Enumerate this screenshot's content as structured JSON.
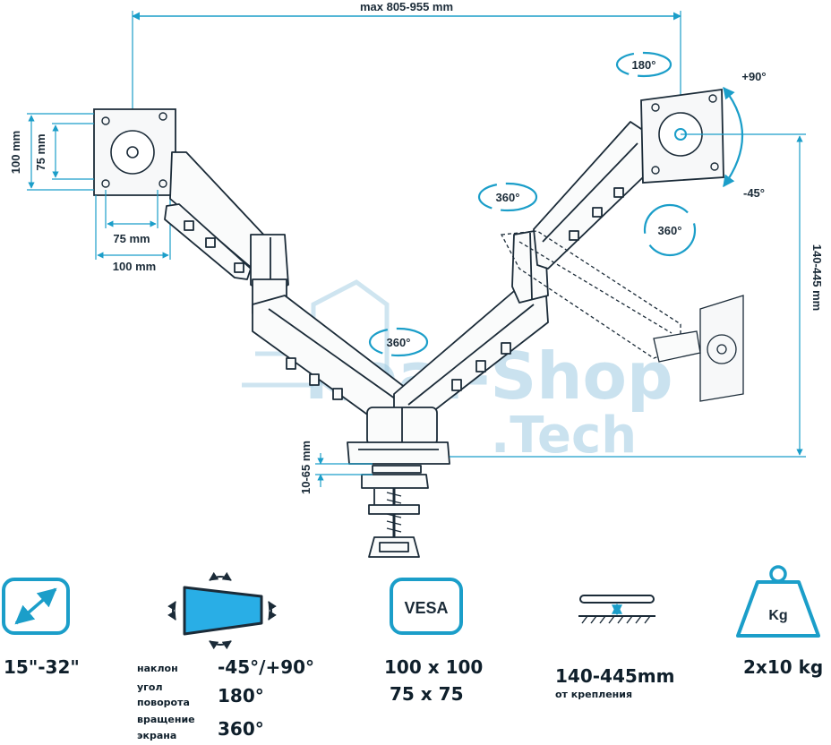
{
  "dimensions": {
    "width_span": "max 805-955 mm",
    "height_range": "140-445 mm",
    "vesa_outer_v": "100 mm",
    "vesa_inner_v": "75 mm",
    "vesa_inner_h": "75 mm",
    "vesa_outer_h": "100 mm",
    "clamp_range": "10-65 mm"
  },
  "angles": {
    "tilt_up": "+90°",
    "tilt_down": "-45°",
    "swivel_head": "180°",
    "rotate_head": "360°",
    "rotate_elbow": "360°",
    "rotate_base": "360°"
  },
  "watermark": {
    "line1": "Real-Shop",
    "line2": ".Tech"
  },
  "specs": {
    "screen_size": "15\"-32\"",
    "tilt_label": "наклон",
    "tilt_value": "-45°/+90°",
    "swivel_label_1": "угол",
    "swivel_label_2": "поворота",
    "swivel_value": "180°",
    "rotation_label_1": "вращение",
    "rotation_label_2": "экрана",
    "rotation_value": "360°",
    "vesa_label": "VESA",
    "vesa_1": "100 x 100",
    "vesa_2": "75 x 75",
    "height_value": "140-445mm",
    "height_note": "от крепления",
    "weight_label": "Kg",
    "weight_value": "2x10 kg"
  },
  "colors": {
    "accent": "#1b9ec9",
    "screen": "#29aee6",
    "line": "#1b2b38",
    "watermark": "#9fcbe2"
  }
}
